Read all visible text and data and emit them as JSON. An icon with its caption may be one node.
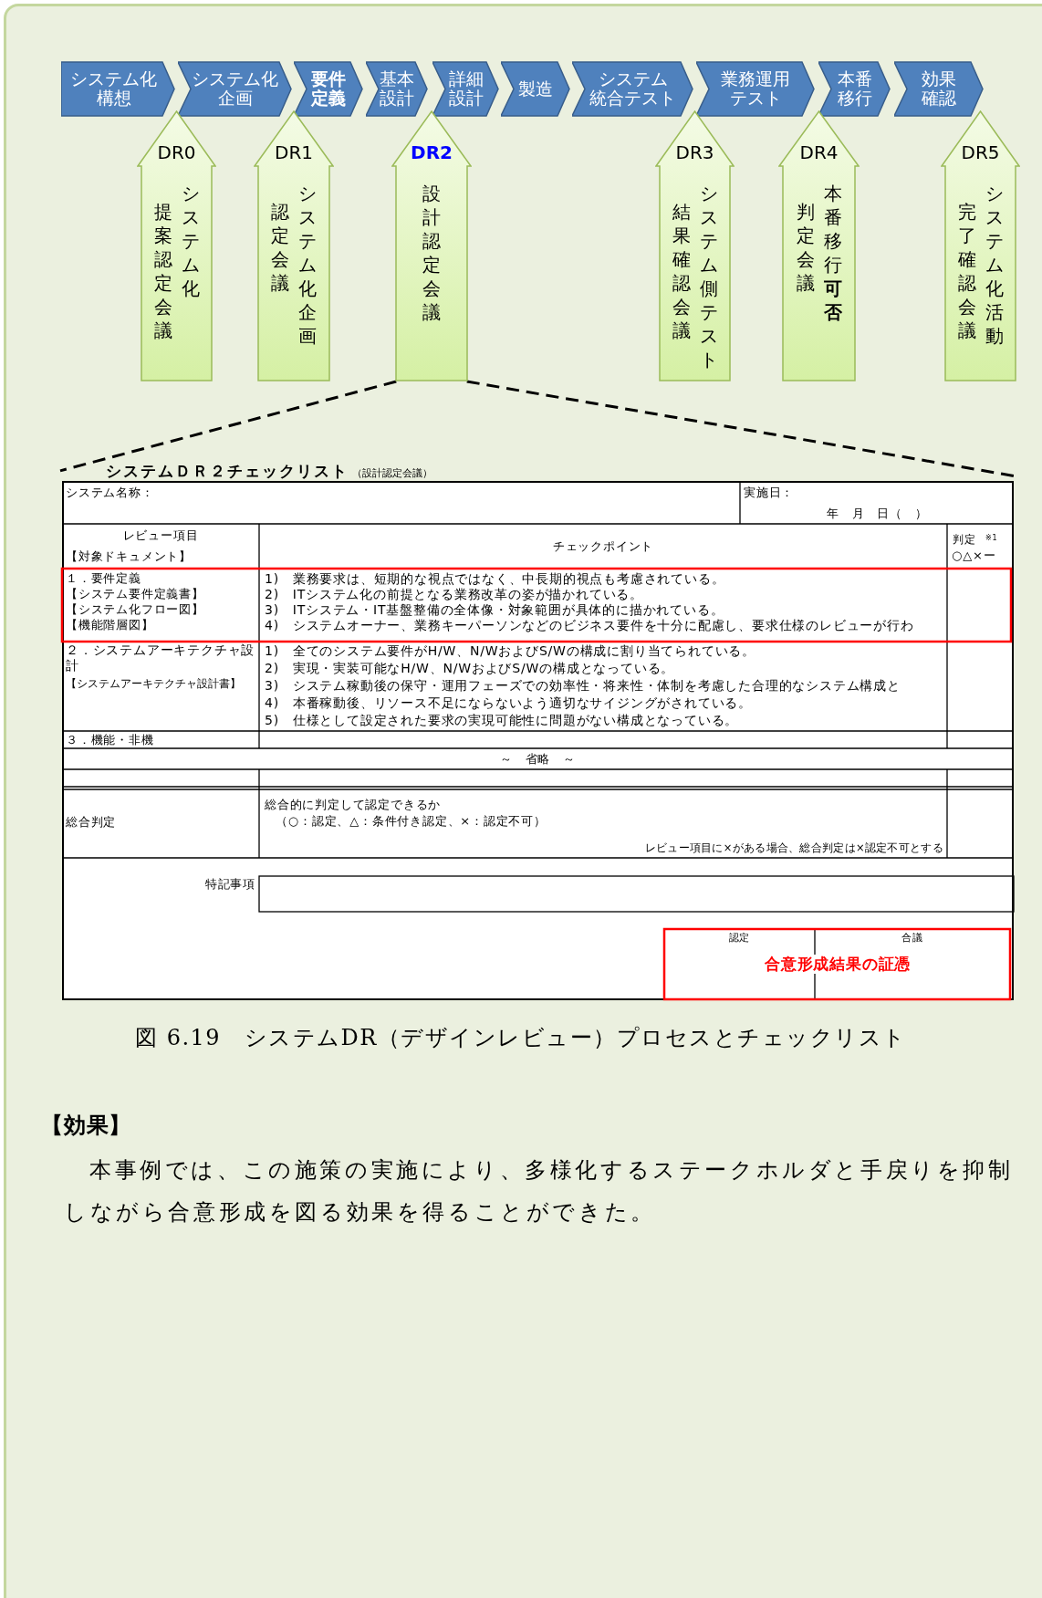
{
  "diagram": {
    "caption": "図 6.19　システムDR（デザインレビュー）プロセスとチェックリスト",
    "nodes": [
      {
        "text": [
          "システム化構想"
        ]
      },
      {
        "text": [
          "システム化企画"
        ]
      },
      {
        "text": [
          "要件定義"
        ]
      },
      {
        "text": [
          "基本設計"
        ]
      },
      {
        "text": [
          "詳細設計"
        ]
      },
      {
        "text": [
          "製造"
        ]
      },
      {
        "text": [
          "システム統合テスト"
        ]
      },
      {
        "text": [
          "業務運用テスト"
        ]
      },
      {
        "text": [
          "本番移行"
        ]
      },
      {
        "text": [
          "効果確認"
        ]
      },
      {
        "text": [
          "DR0",
          "提案認定会議",
          "システム化"
        ]
      },
      {
        "text": [
          "DR1",
          "認定会議",
          "システム化企画"
        ]
      },
      {
        "text": [
          "DR2",
          "設計認定会議"
        ]
      },
      {
        "text": [
          "DR3",
          "結果確認会議",
          "システム側テスト"
        ]
      },
      {
        "text": [
          "DR4",
          "判定会議",
          "本番移行**可否**"
        ]
      },
      {
        "text": [
          "DR5",
          "完了確認会議",
          "システム化活動"
        ]
      },
      {
        "text": [
          "システムＤＲ２チェックリスト",
          "（設計認定会議）"
        ]
      }
    ],
    "edges": [
      {
        "from": 12,
        "to": 16,
        "arrow": "none",
        "style": "dashed"
      },
      {
        "from": 12,
        "to": 16,
        "arrow": "none",
        "style": "dashed"
      }
    ],
    "labels": [
      "システム名称：",
      "実施日：",
      "年　月　日（　）",
      "レビュー項目",
      "【対象ドキュメント】",
      "チェックポイント",
      "判定",
      "※1",
      "○△×ー",
      "１．要件定義",
      "【システム要件定義書】",
      "【システム化フロー図】",
      "【機能階層図】",
      "1)　業務要求は、短期的な視点ではなく、中長期的視点も考慮されている。",
      "2)　ITシステム化の前提となる業務改革の姿が描かれている。",
      "3)　ITシステム・IT基盤整備の全体像・対象範囲が具体的に描かれている。",
      "4)　システムオーナー、業務キーパーソンなどのビジネス要件を十分に配慮し、要求仕様のレビューが行わ",
      "２．システムアーキテクチャ設計",
      "【システムアーキテクチャ設計書】",
      "1)　全てのシステム要件がH/W、N/WおよびS/Wの構成に割り当てられている。",
      "2)　実現・実装可能なH/W、N/WおよびS/Wの構成となっている。",
      "3)　システム稼動後の保守・運用フェーズでの効率性・将来性・体制を考慮した合理的なシステム構成と",
      "4)　本番稼動後、リソース不足にならないよう適切なサイジングがされている。",
      "5)　仕様として設定された要求の実現可能性に問題がない構成となっている。",
      "３．機能・非機",
      "～　省略　～",
      "総合判定",
      "総合的に判定して認定できるか",
      "（○：認定、△：条件付き認定、×：認定不可）",
      "レビュー項目に×がある場合、総合判定は×認定不可とする",
      "特記事項",
      "認定",
      "合議",
      "合意形成結果の証憑",
      "【効果】",
      "本事例では、この施策の実施により、多様化するステークホルダと手戻りを抑制しながら合意形成を図る効果を得ることができた。"
    ]
  }
}
